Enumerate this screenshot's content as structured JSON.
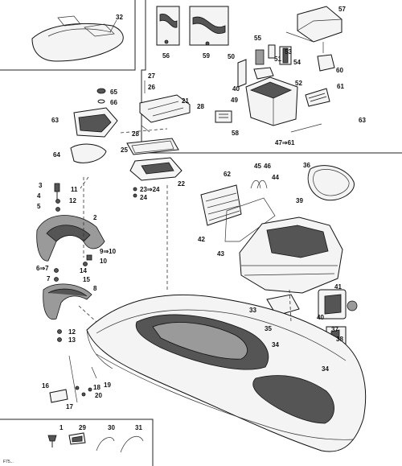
{
  "diagram": {
    "figure_code": "F75...",
    "callouts": [
      {
        "id": "c32",
        "text": "32"
      },
      {
        "id": "c56",
        "text": "56"
      },
      {
        "id": "c59",
        "text": "59"
      },
      {
        "id": "c57",
        "text": "57"
      },
      {
        "id": "c55",
        "text": "55"
      },
      {
        "id": "c51",
        "text": "51"
      },
      {
        "id": "c53",
        "text": "53"
      },
      {
        "id": "c54",
        "text": "54"
      },
      {
        "id": "c60",
        "text": "60"
      },
      {
        "id": "c50",
        "text": "50"
      },
      {
        "id": "c40",
        "text": "40"
      },
      {
        "id": "c52",
        "text": "52"
      },
      {
        "id": "c61",
        "text": "61"
      },
      {
        "id": "c49",
        "text": "49"
      },
      {
        "id": "c58",
        "text": "58"
      },
      {
        "id": "c63",
        "text": "63"
      },
      {
        "id": "c47-61",
        "text": "47⇒61"
      },
      {
        "id": "c27",
        "text": "27"
      },
      {
        "id": "c26",
        "text": "26"
      },
      {
        "id": "c65",
        "text": "65"
      },
      {
        "id": "c66",
        "text": "66"
      },
      {
        "id": "c21",
        "text": "21"
      },
      {
        "id": "c28a",
        "text": "28"
      },
      {
        "id": "c63b",
        "text": "63"
      },
      {
        "id": "c28b",
        "text": "28"
      },
      {
        "id": "c64",
        "text": "64"
      },
      {
        "id": "c25",
        "text": "25"
      },
      {
        "id": "c22",
        "text": "22"
      },
      {
        "id": "c23-24",
        "text": "23⇒24"
      },
      {
        "id": "c24",
        "text": "24"
      },
      {
        "id": "c3",
        "text": "3"
      },
      {
        "id": "c11",
        "text": "11"
      },
      {
        "id": "c4",
        "text": "4"
      },
      {
        "id": "c12a",
        "text": "12"
      },
      {
        "id": "c5",
        "text": "5"
      },
      {
        "id": "c2",
        "text": "2"
      },
      {
        "id": "c62",
        "text": "62"
      },
      {
        "id": "c45",
        "text": "45"
      },
      {
        "id": "c46",
        "text": "46"
      },
      {
        "id": "c44",
        "text": "44"
      },
      {
        "id": "c36",
        "text": "36"
      },
      {
        "id": "c39",
        "text": "39"
      },
      {
        "id": "c42",
        "text": "42"
      },
      {
        "id": "c43",
        "text": "43"
      },
      {
        "id": "c9-10",
        "text": "9⇒10"
      },
      {
        "id": "c10",
        "text": "10"
      },
      {
        "id": "c14",
        "text": "14"
      },
      {
        "id": "c15",
        "text": "15"
      },
      {
        "id": "c6-7",
        "text": "6⇒7"
      },
      {
        "id": "c7",
        "text": "7"
      },
      {
        "id": "c8",
        "text": "8"
      },
      {
        "id": "c41",
        "text": "41"
      },
      {
        "id": "c33",
        "text": "33"
      },
      {
        "id": "c40b",
        "text": "40"
      },
      {
        "id": "c35",
        "text": "35"
      },
      {
        "id": "c37",
        "text": "37"
      },
      {
        "id": "c38",
        "text": "38"
      },
      {
        "id": "c12b",
        "text": "12"
      },
      {
        "id": "c13",
        "text": "13"
      },
      {
        "id": "c34a",
        "text": "34"
      },
      {
        "id": "c34b",
        "text": "34"
      },
      {
        "id": "c16",
        "text": "16"
      },
      {
        "id": "c18",
        "text": "18"
      },
      {
        "id": "c19",
        "text": "19"
      },
      {
        "id": "c20",
        "text": "20"
      },
      {
        "id": "c17",
        "text": "17"
      },
      {
        "id": "c1",
        "text": "1"
      },
      {
        "id": "c29",
        "text": "29"
      },
      {
        "id": "c30",
        "text": "30"
      },
      {
        "id": "c31",
        "text": "31"
      }
    ]
  }
}
